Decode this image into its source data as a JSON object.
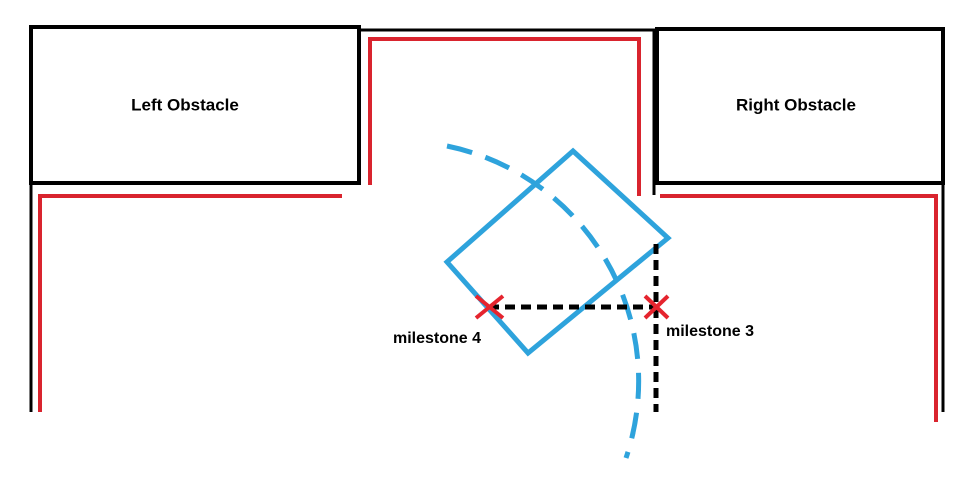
{
  "obstacles": {
    "left": {
      "label": "Left Obstacle"
    },
    "right": {
      "label": "Right Obstacle"
    }
  },
  "milestones": [
    {
      "label": "milestone 4"
    },
    {
      "label": "milestone 3"
    }
  ],
  "colors": {
    "obstacle": "#000000",
    "path_boundary": "#d9242e",
    "robot": "#2ea3dc",
    "milestone_marker": "#e5242e",
    "text": "#000000"
  }
}
